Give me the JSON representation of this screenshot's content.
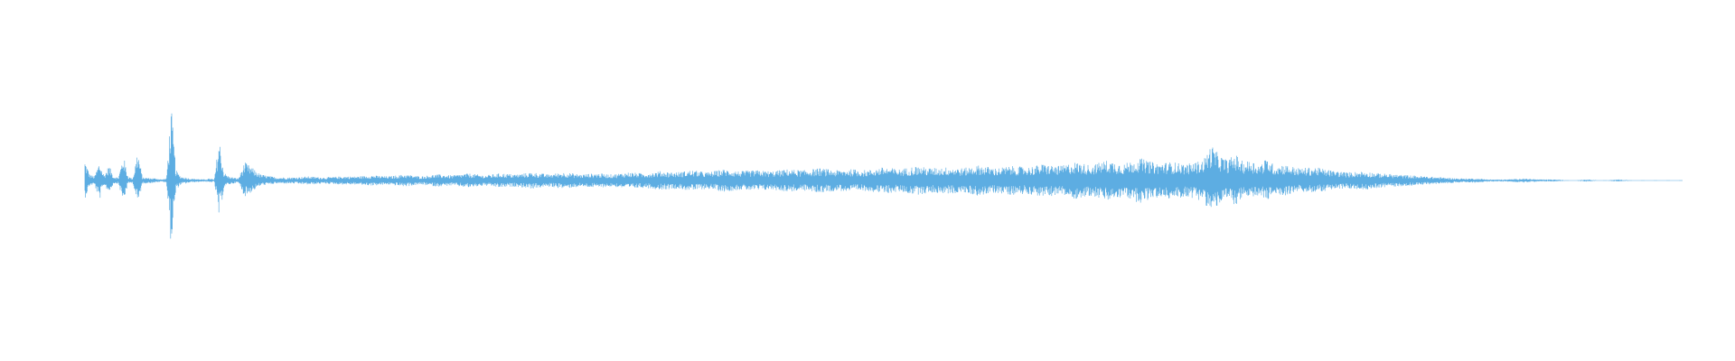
{
  "colors": {
    "background": "#ffffff",
    "waveform": "#5dade2"
  },
  "chart_data": {
    "type": "area",
    "title": "",
    "xlabel": "",
    "ylabel": "",
    "grid": false,
    "legend": "none",
    "ylim": [
      -1,
      1
    ],
    "xlim": [
      0,
      1
    ],
    "envelope": {
      "x": [
        0.0,
        0.003,
        0.006,
        0.009,
        0.012,
        0.015,
        0.018,
        0.021,
        0.024,
        0.027,
        0.03,
        0.033,
        0.036,
        0.045,
        0.048,
        0.051,
        0.054,
        0.057,
        0.06,
        0.063,
        0.066,
        0.075,
        0.078,
        0.081,
        0.084,
        0.087,
        0.09,
        0.093,
        0.096,
        0.1,
        0.11,
        0.12,
        0.13,
        0.14,
        0.15,
        0.16,
        0.17,
        0.18,
        0.19,
        0.2,
        0.21,
        0.22,
        0.23,
        0.24,
        0.25,
        0.26,
        0.27,
        0.28,
        0.29,
        0.3,
        0.31,
        0.32,
        0.33,
        0.34,
        0.35,
        0.36,
        0.37,
        0.38,
        0.39,
        0.4,
        0.41,
        0.42,
        0.43,
        0.44,
        0.45,
        0.46,
        0.47,
        0.48,
        0.49,
        0.5,
        0.51,
        0.52,
        0.53,
        0.54,
        0.55,
        0.56,
        0.57,
        0.58,
        0.59,
        0.6,
        0.61,
        0.62,
        0.63,
        0.64,
        0.65,
        0.66,
        0.67,
        0.68,
        0.69,
        0.7,
        0.705,
        0.71,
        0.715,
        0.72,
        0.725,
        0.73,
        0.735,
        0.74,
        0.745,
        0.75,
        0.76,
        0.77,
        0.78,
        0.79,
        0.8,
        0.81,
        0.82,
        0.83,
        0.84,
        0.85,
        0.86,
        0.87,
        0.88,
        0.89,
        0.9,
        0.91,
        0.92,
        0.93,
        0.94,
        0.95,
        0.96,
        0.97,
        0.98,
        0.99,
        1.0
      ],
      "upper": [
        0.2,
        0.06,
        0.04,
        0.18,
        0.05,
        0.15,
        0.04,
        0.03,
        0.25,
        0.04,
        0.02,
        0.3,
        0.03,
        0.02,
        0.01,
        0.02,
        0.72,
        0.1,
        0.04,
        0.03,
        0.02,
        0.01,
        0.02,
        0.01,
        0.42,
        0.08,
        0.04,
        0.03,
        0.02,
        0.18,
        0.06,
        0.03,
        0.03,
        0.04,
        0.03,
        0.04,
        0.04,
        0.05,
        0.04,
        0.06,
        0.04,
        0.06,
        0.05,
        0.07,
        0.05,
        0.07,
        0.06,
        0.08,
        0.06,
        0.08,
        0.06,
        0.07,
        0.06,
        0.08,
        0.07,
        0.09,
        0.08,
        0.1,
        0.08,
        0.11,
        0.09,
        0.1,
        0.09,
        0.11,
        0.1,
        0.12,
        0.1,
        0.11,
        0.1,
        0.13,
        0.11,
        0.14,
        0.12,
        0.13,
        0.12,
        0.15,
        0.12,
        0.14,
        0.13,
        0.16,
        0.14,
        0.18,
        0.15,
        0.2,
        0.16,
        0.22,
        0.17,
        0.18,
        0.16,
        0.2,
        0.35,
        0.25,
        0.2,
        0.26,
        0.18,
        0.2,
        0.15,
        0.22,
        0.14,
        0.16,
        0.12,
        0.13,
        0.1,
        0.08,
        0.09,
        0.07,
        0.06,
        0.05,
        0.04,
        0.03,
        0.02,
        0.02,
        0.01,
        0.01,
        0.02,
        0.01,
        0.01,
        0.0,
        0.01,
        0.0,
        0.01,
        0.0,
        0.0,
        0.0,
        0.0
      ],
      "lower": [
        -0.18,
        -0.05,
        -0.04,
        -0.2,
        -0.04,
        -0.12,
        -0.03,
        -0.03,
        -0.22,
        -0.03,
        -0.02,
        -0.25,
        -0.03,
        -0.02,
        -0.01,
        -0.02,
        -0.65,
        -0.09,
        -0.04,
        -0.03,
        -0.02,
        -0.01,
        -0.02,
        -0.01,
        -0.38,
        -0.07,
        -0.04,
        -0.03,
        -0.02,
        -0.16,
        -0.05,
        -0.03,
        -0.03,
        -0.04,
        -0.03,
        -0.04,
        -0.04,
        -0.05,
        -0.04,
        -0.06,
        -0.04,
        -0.06,
        -0.05,
        -0.07,
        -0.05,
        -0.07,
        -0.06,
        -0.08,
        -0.06,
        -0.08,
        -0.06,
        -0.07,
        -0.06,
        -0.08,
        -0.07,
        -0.09,
        -0.08,
        -0.1,
        -0.08,
        -0.11,
        -0.09,
        -0.1,
        -0.09,
        -0.11,
        -0.1,
        -0.12,
        -0.1,
        -0.11,
        -0.1,
        -0.13,
        -0.11,
        -0.14,
        -0.12,
        -0.13,
        -0.12,
        -0.15,
        -0.12,
        -0.14,
        -0.13,
        -0.16,
        -0.14,
        -0.18,
        -0.15,
        -0.2,
        -0.16,
        -0.22,
        -0.17,
        -0.18,
        -0.16,
        -0.2,
        -0.32,
        -0.23,
        -0.19,
        -0.24,
        -0.17,
        -0.19,
        -0.14,
        -0.2,
        -0.13,
        -0.15,
        -0.11,
        -0.12,
        -0.09,
        -0.08,
        -0.09,
        -0.07,
        -0.06,
        -0.05,
        -0.04,
        -0.03,
        -0.02,
        -0.02,
        -0.01,
        -0.01,
        -0.02,
        -0.01,
        -0.01,
        0.0,
        -0.01,
        0.0,
        -0.01,
        0.0,
        0.0,
        0.0,
        0.0
      ]
    }
  }
}
